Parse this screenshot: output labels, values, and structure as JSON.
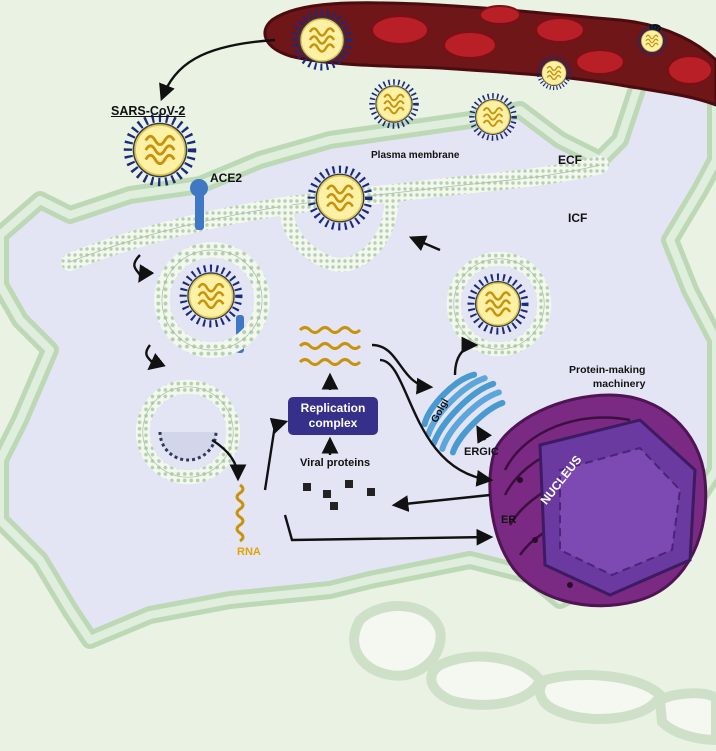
{
  "labels": {
    "virus": "SARS-CoV-2",
    "receptor": "ACE2",
    "plasma_membrane": "Plasma membrane",
    "ecf": "ECF",
    "icf": "ICF",
    "machinery": "Protein-making\nmachinery",
    "golgi": "Golgi",
    "ergic": "ERGIC",
    "replication": "Replication\ncomplex",
    "viral_proteins": "Viral proteins",
    "er": "ER",
    "rna": "RNA",
    "nucleus": "NUCLEUS"
  },
  "colors": {
    "cell_interior": "#e3e5f4",
    "cell_outline": "#bcd8b5",
    "background": "#e9f2e3",
    "vessel": "#6e1618",
    "red_blood_cell": "#b81f26",
    "virus_core": "#fdf1a6",
    "virus_rna": "#c8920a",
    "spike": "#1c2a7a",
    "membrane": "#c8d9c2",
    "ace2": "#3f78c4",
    "replication_box": "#36308a",
    "nucleus": "#6a3aa0",
    "er": "#7a2a82",
    "golgi": "#4a9ad2",
    "rna_label": "#e0a500"
  }
}
